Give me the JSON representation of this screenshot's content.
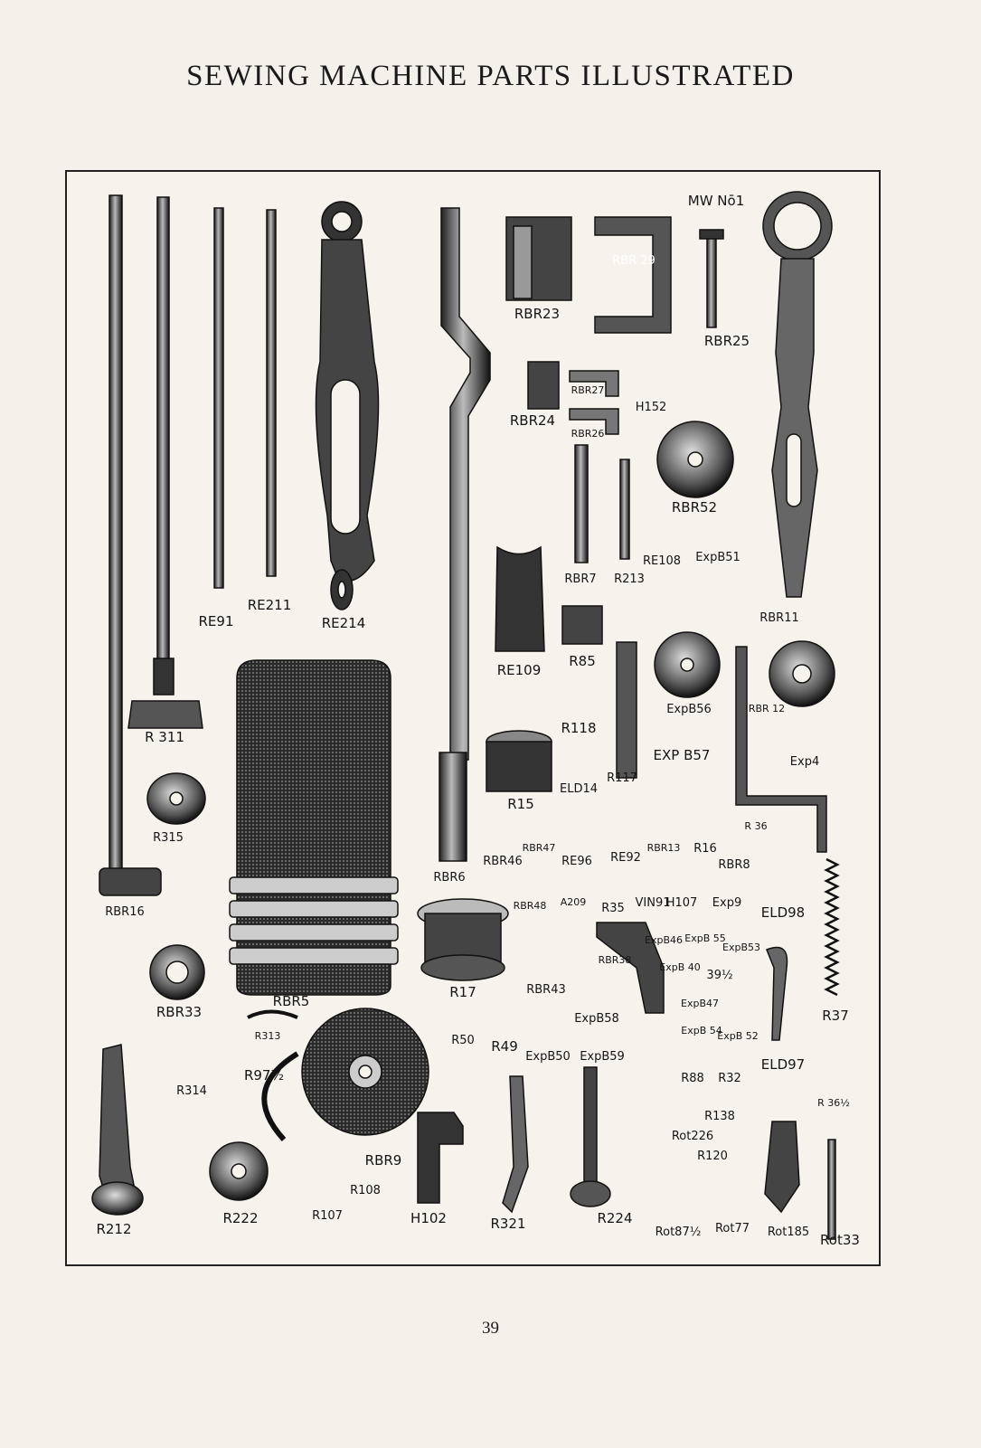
{
  "page": {
    "title": "SEWING MACHINE PARTS ILLUSTRATED",
    "page_number": "39"
  },
  "labels": {
    "mw_no1": "MW Nō1",
    "rbr29": "RBR 29",
    "rbr23": "RBR23",
    "rbr25": "RBR25",
    "rbr27": "RBR27",
    "h152": "H152",
    "rbr24": "RBR24",
    "rbr26": "RBR26",
    "rbr52": "RBR52",
    "re108": "RE108",
    "expb51": "ExpB51",
    "rbr7": "RBR7",
    "r213": "R213",
    "rbr11": "RBR11",
    "re91": "RE91",
    "re211": "RE211",
    "re214": "RE214",
    "re109": "RE109",
    "r85": "R85",
    "expb56": "ExpB56",
    "rbr12": "RBR 12",
    "r311": "R 311",
    "r118": "R118",
    "expb57": "EXP B57",
    "exp4": "Exp4",
    "eld14": "ELD14",
    "r117": "R117",
    "r315": "R315",
    "r15": "R15",
    "r36": "R 36",
    "rbr47": "RBR47",
    "rbr46": "RBR46",
    "re96": "RE96",
    "re92": "RE92",
    "rbr13": "RBR13",
    "r16": "R16",
    "rbr8": "RBR8",
    "rbr16": "RBR16",
    "rbr6": "RBR6",
    "rbr48": "RBR48",
    "a209": "A209",
    "r35": "R35",
    "vin91": "VIN91",
    "h107": "H107",
    "exp9": "Exp9",
    "eld98": "ELD98",
    "expb46": "ExpB46",
    "expb55": "ExpB 55",
    "expb53": "ExpB53",
    "rbr38": "RBR38",
    "expb40": "ExpB 40",
    "r39half": "39½",
    "rbr33": "RBR33",
    "rbr5": "RBR5",
    "r17": "R17",
    "rbr43": "RBR43",
    "expb47": "ExpB47",
    "r37": "R37",
    "r313": "R313",
    "expb58": "ExpB58",
    "expb54": "ExpB 54",
    "expb52": "ExpB 52",
    "r50": "R50",
    "r49": "R49",
    "expb50": "ExpB50",
    "expb59": "ExpB59",
    "r97half": "R97½",
    "r88": "R88",
    "r32": "R32",
    "eld97": "ELD97",
    "r314": "R314",
    "r138": "R138",
    "r36half": "R 36½",
    "rot226": "Rot226",
    "r120": "R120",
    "rbr9": "RBR9",
    "r108": "R108",
    "r212": "R212",
    "r222": "R222",
    "r107": "R107",
    "h102": "H102",
    "r321": "R321",
    "r224": "R224",
    "rot87half": "Rot87½",
    "rot77": "Rot77",
    "rot185": "Rot185",
    "rot33": "Rot33"
  }
}
